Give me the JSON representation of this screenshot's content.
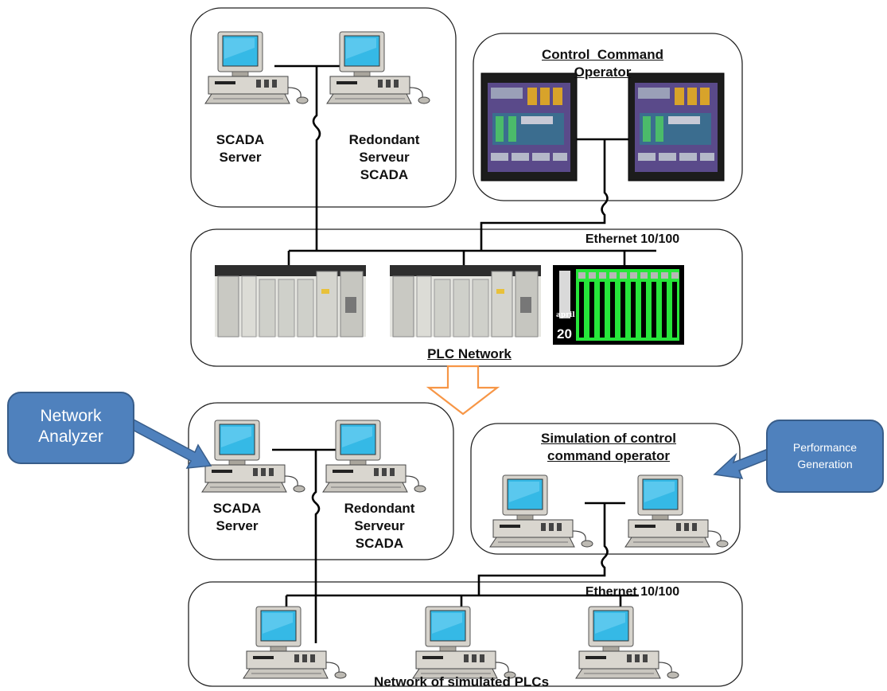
{
  "top": {
    "scada_server": [
      "SCADA",
      "Server"
    ],
    "redundant_server": [
      "Redondant",
      "Serveur",
      "SCADA"
    ],
    "control_command_title": [
      "Control  Command",
      "Operator"
    ],
    "ethernet_label": "Ethernet 10/100",
    "plc_network_label": "PLC Network",
    "rack_brand": "april",
    "rack_number": "20"
  },
  "bottom": {
    "scada_server": [
      "SCADA",
      "Server"
    ],
    "redundant_server": [
      "Redondant",
      "Serveur",
      "SCADA"
    ],
    "simulation_title": [
      "Simulation of control",
      "command operator"
    ],
    "ethernet_label": "Ethernet 10/100",
    "network_label": "Network of simulated PLCs"
  },
  "callouts": {
    "network_analyzer": [
      "Network",
      "Analyzer"
    ],
    "performance_generation": [
      "Performance",
      "Generation"
    ]
  },
  "colors": {
    "callout_fill": "#4f81bd",
    "callout_border": "#385d8a",
    "transition_arrow": "#f79646",
    "monitor_screen": "#35b9e6",
    "rack_green": "#2cf23a"
  }
}
